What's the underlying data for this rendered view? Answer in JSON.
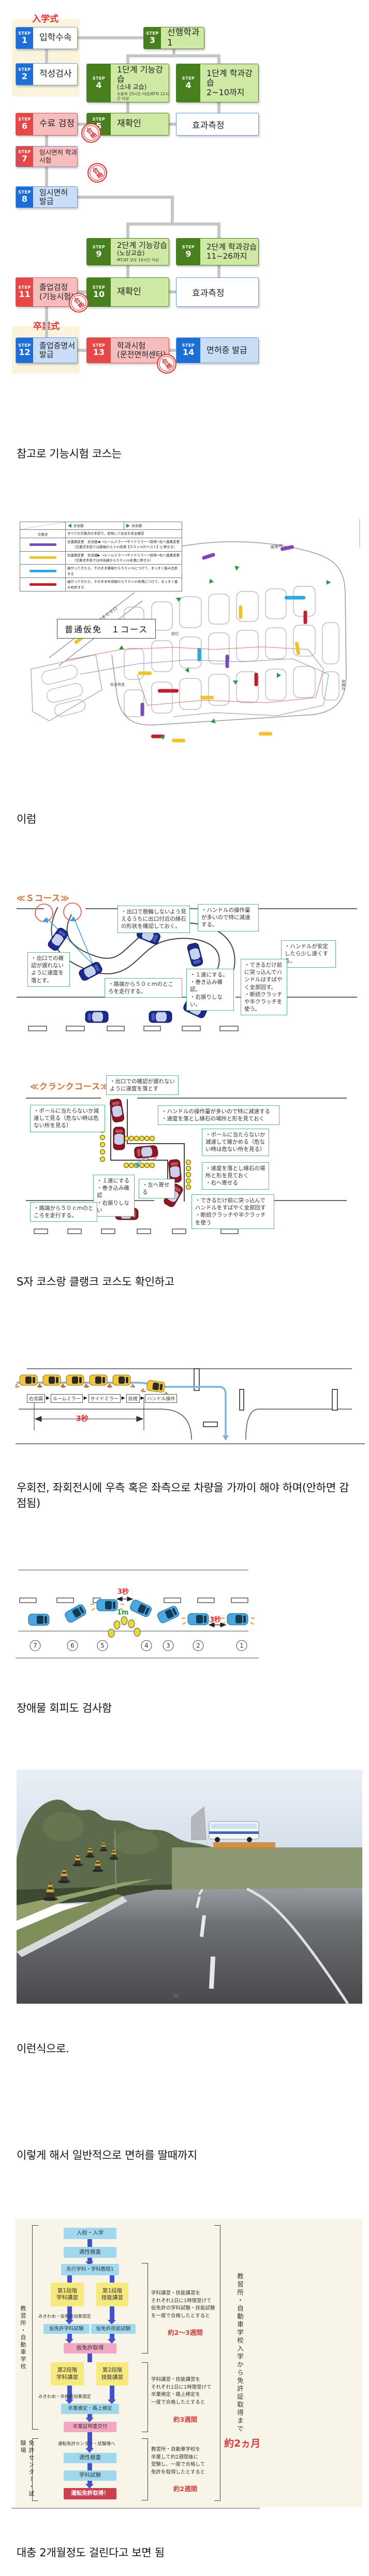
{
  "colors": {
    "step_blue": "#1c6fd6",
    "fill_light_blue": "#c9def6",
    "step_green": "#47801c",
    "fill_light_green": "#cde9a3",
    "step_red": "#e64848",
    "fill_pink": "#f7bcbc",
    "connector_gray": "#c6c6c6",
    "stamp_red": "#e23030",
    "ceremony_red": "#e83030",
    "callout_green": "#55b585",
    "course_title_orange": "#cf6a2a",
    "legend_purple": "#7a4bb5",
    "legend_yellow": "#f2c12e",
    "legend_blue": "#2fa8e0",
    "legend_red": "#c0202a",
    "flow2_bg": "#f8f4e8",
    "flow2_lightblue": "#9fd8ef",
    "flow2_yellow": "#f6e97e",
    "flow2_pink": "#f4a7c3",
    "flow2_red": "#cc3f4e",
    "flow2_arrow": "#4053c8",
    "flow2_time_red": "#d04040"
  },
  "flow1": {
    "step_word": "STEP",
    "entrance_label": "入学式",
    "graduation_label": "卒業式",
    "stamp": "合格",
    "effect": "효과측정",
    "steps": {
      "s1": {
        "num": "1",
        "title": "입학수속"
      },
      "s2": {
        "num": "2",
        "title": "적성검사"
      },
      "s3": {
        "num": "3",
        "title": "선행학과 1"
      },
      "s4a": {
        "num": "4",
        "title": "1단계 기능강습",
        "sub": "(소내 교습)",
        "note": "수동차 15시간 이상/AT차 12시간 이상"
      },
      "s4b": {
        "num": "4",
        "title": "1단계 학과강습\n2~10까지"
      },
      "s5": {
        "num": "5",
        "title": "재확인"
      },
      "s6": {
        "num": "6",
        "title": "수료 검정"
      },
      "s7": {
        "num": "7",
        "title": "임시면허 학과시험"
      },
      "s8": {
        "num": "8",
        "title": "임시면허 발급"
      },
      "s9a": {
        "num": "9",
        "title": "2단계 기능강습",
        "sub": "(노상교습)",
        "note": "MT/AT 모두 19시간 이상"
      },
      "s9b": {
        "num": "9",
        "title": "2단계 학과강습\n11~26까지"
      },
      "s10": {
        "num": "10",
        "title": "재확인"
      },
      "s11": {
        "num": "11",
        "title": "졸업검정\n(기능시험)"
      },
      "s12": {
        "num": "12",
        "title": "졸업증명서\n발급"
      },
      "s13": {
        "num": "13",
        "title": "학과시험\n(운전면허센터)"
      },
      "s14": {
        "num": "14",
        "title": "면허증 발급"
      }
    }
  },
  "captions": {
    "course_intro": "참고로 기능시험 코스는",
    "like_this": "이럼",
    "s_crank": "S자 코스랑 클랭크 코스도 확인하고",
    "turn_note": "우회전, 좌회전시에 우측 혹은 좌측으로 차량을 가까이 해야 하며(안하면 감\n점됨)",
    "obstacle": "장애물 회피도 검사함",
    "like_this2": "이런식으로.",
    "until_license": "이렇게 해서 일반적으로 면허를 딸때까지",
    "two_months": "대충 2개월정도 걸린다고 보면 됨"
  },
  "course_map": {
    "title": "普通仮免　１コース",
    "legend": {
      "header_left": "左合図",
      "header_right": "右合図",
      "row_cross_label": "交差点",
      "row_cross_desc": "すべての交差点の手前で、目視して左右を安全確認",
      "row_left_desc": "左進路変更　左合図◀ →ルームミラー→サイドミラー→目視→左へ進路変更",
      "row_left_desc2": "（交差点手前では路端から１ｍ未満【５０ｃｍがベスト】に寄せる）",
      "row_right_desc": "右進路変更　右合図▶ →ルームミラー→サイドミラー→目視→右へ進路変更",
      "row_right_desc2": "（交差点手前では中央線から５０ｃｍ未満に寄せる）",
      "row_blue_desc": "曲がってきたら、そのまま路端から５０ｃｍにつけて、まっすぐ進み左折する",
      "row_red_desc": "曲がってきたら、そのまま中央線から５０ｃｍ未満につけて、まっすぐ進み右折する"
    },
    "labels": {
      "speed": "指示速度　４０キロ",
      "obstacle": "障害物",
      "crossing": "踏切",
      "hill": "坂道発進",
      "start_point": "発着点"
    }
  },
  "s_course": {
    "title": "≪Ｓコース≫",
    "callouts": {
      "c1": "・出口で脱輪しないよう見えるうちに出口付近の縁石の形状を確認しておく。",
      "c2": "・ハンドルの操作量が多いので特に減速する。",
      "c3": "・ハンドルが安定したら少し速くする。",
      "c4": "・出口での確認が遅れないように速度を落とす。",
      "c5": "・路端から５０ｃｍのところを走行する。",
      "c6": "・１速にする。\n・巻き込み確認。\n・右振りしない。",
      "c7": "・できるだけ前に突っ込んでハンドルはすばやく全部回す。\n・断続クラッチや半クラッチを使う。"
    }
  },
  "crank_course": {
    "title": "≪クランクコース≫",
    "callouts": {
      "k1": "・出口での確認が遅れないように速度を落とす",
      "k2": "・ポールに当たらないか減速して見る（危ない時は危ない所を見る）",
      "k3": "・ハンドルの操作量が多いので特に減速する\n・速度を落とし縁石の場所と形を見ておく",
      "k4": "・ポールに当たらないか減速して確かめる（危ない時は危ない所を見る）",
      "k5": "・１速にする\n・巻き込み確認\n・右振りしない",
      "k6": "・左へ寄せる",
      "k7": "・速度を落とし縁石の場所と形を見ておく\n・右へ寄せる",
      "k8": "・できるだけ前に突っ込んでハンドルをすばやく全部回す\n・断続クラッチや半クラッチを使う"
    }
  },
  "turn_diagram": {
    "steps": [
      "右合図",
      "ルームミラー",
      "サイドミラー",
      "目視",
      "ハンドル操作"
    ],
    "arrow": "▶",
    "seconds": "3秒"
  },
  "obstacle_diagram": {
    "seconds": "3秒",
    "gap": "1m",
    "numbers": [
      "7",
      "6",
      "5",
      "4",
      "3",
      "2",
      "1"
    ]
  },
  "flow2": {
    "boxes": {
      "enter": "入校・入学",
      "aptitude1": "適性検査",
      "prior": "先行学科・学科教程1",
      "s1_gakka": "第1段階\n学科講習",
      "s1_ginou": "第1段階\n技能講習",
      "mikiwame1": "みきわめ・仮免前効果測定",
      "karimen_gakka": "仮免許学科試験",
      "karimen_ginou": "仮免許技能試験",
      "karimen_get": "仮免許取得",
      "s2_gakka": "第2段階\n学科講習",
      "s2_ginou": "第2段階\n技能講習",
      "mikiwame2": "みきわめ・卒検前効果測定",
      "sotsuken": "卒業検定・路上検定",
      "shoumei": "卒業証明書交付",
      "center_go": "運転免許センター・試験場へ",
      "aptitude2": "適性検査",
      "gakka_shiken": "学科試験",
      "license_get": "運転免許取得！"
    },
    "left_label1": "教習所・自動車学校",
    "left_label2": "免許センター・試験場",
    "right_label": "教習所・自動車学校入学から免許証取得まで",
    "note1": "学科講習・技能講習を\nそれぞれ1日に1時限受けて\n仮免許の学科試験・技能試験\nを一度で合格したとすると",
    "note1_time": "約2～3週間",
    "note2": "学科講習・技能講習を\nそれぞれ1日に1時限受けて\n卒業検定・路上検定を\n一度で合格したとすると",
    "note2_time": "約3週間",
    "note3": "教習所・自動車学校を\n卒業して約2週間後に\n受験し、一度で合格して\n免許を取得したとすると",
    "note3_time": "約2週間",
    "total_time": "約2ヵ月"
  }
}
